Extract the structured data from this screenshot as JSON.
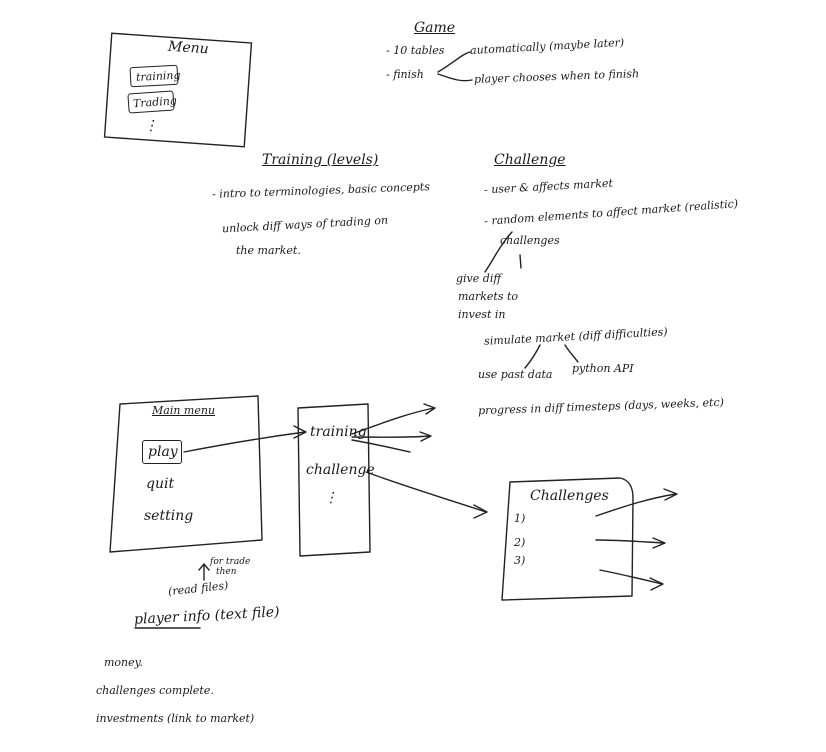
{
  "top_menu": {
    "title": "Menu",
    "items": [
      "training",
      "Trading"
    ],
    "more": "⋮"
  },
  "game": {
    "title": "Game",
    "lines": [
      "- 10 tables",
      "- finish"
    ],
    "finish_options": [
      "automatically (maybe later)",
      "player chooses when to finish"
    ]
  },
  "training": {
    "title": "Training (levels)",
    "lines": [
      "- intro to terminologies, basic concepts",
      "unlock diff ways of trading on",
      "the market."
    ]
  },
  "challenge": {
    "title": "Challenge",
    "lines": [
      "- user & affects market",
      "- random elements to affect market (realistic)",
      "challenges"
    ],
    "give_diff": [
      "give diff",
      "markets to",
      "invest in"
    ],
    "simulate": "simulate market (diff difficulties)",
    "use_past": "use past data",
    "python_api": "python API",
    "progress": "progress in diff timesteps (days, weeks, etc)"
  },
  "main_menu": {
    "title": "Main menu",
    "play": "play",
    "quit": "quit",
    "settings": "setting"
  },
  "mode_list": {
    "training": "training",
    "challenge": "challenge",
    "more": "⋮"
  },
  "challenges_box": {
    "title": "Challenges",
    "items": [
      "1)",
      "2)",
      "3)"
    ]
  },
  "player_info": {
    "note_up": "for trade",
    "note_up2": "then",
    "read": "(read files)",
    "label": "player info (text file)",
    "fields": [
      "money.",
      "challenges complete.",
      "investments (link to market)"
    ]
  }
}
